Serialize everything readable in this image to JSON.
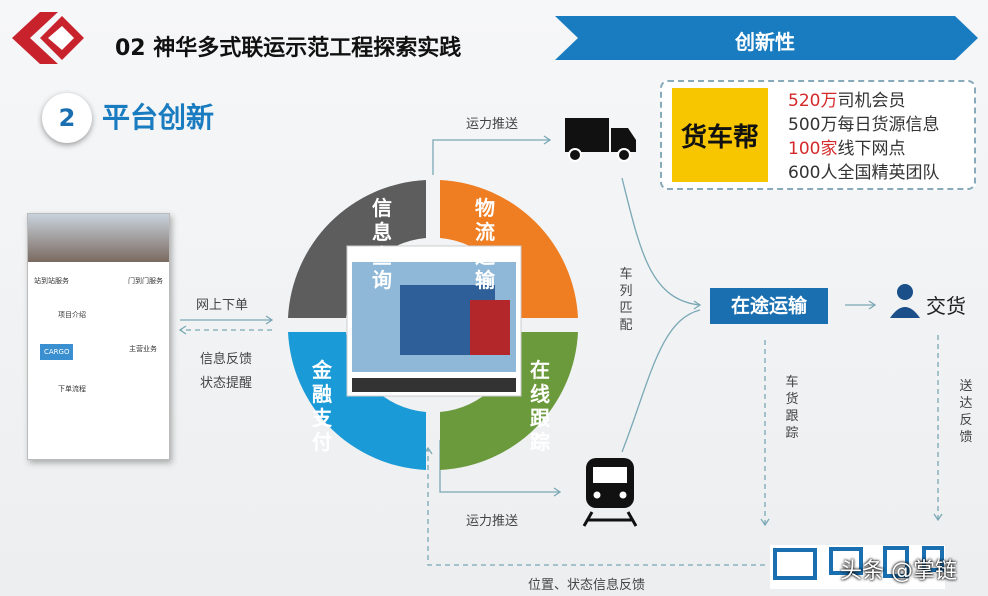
{
  "header": {
    "title": "02 神华多式联运示范工程探索实践",
    "banner": "创新性",
    "section_number": "2",
    "section_title": "平台创新"
  },
  "colors": {
    "brand_red": "#d42a2a",
    "blue": "#1a6fb0",
    "gray": "#5d5d5d",
    "orange": "#ef7d22",
    "cyan": "#1a9bd7",
    "green": "#6b9a3c"
  },
  "partner": {
    "logo": "货车帮",
    "stats": [
      {
        "highlight": "520万",
        "text": "司机会员"
      },
      {
        "highlight": "",
        "text": "500万每日货源信息"
      },
      {
        "highlight": "100家",
        "text": "线下网点"
      },
      {
        "highlight": "",
        "text": "600人全国精英团队"
      }
    ]
  },
  "phone": {
    "items": [
      "站到站服务",
      "门到门服务",
      "项目介绍",
      "主营业务",
      "下单流程"
    ],
    "cargo": "CARGO"
  },
  "ring": {
    "segments": [
      "信息查询",
      "物流运输",
      "金融支付",
      "在线跟踪"
    ]
  },
  "flow": {
    "order": "网上下单",
    "feedback1": "信息反馈",
    "feedback2": "状态提醒",
    "push_top": "运力推送",
    "push_bottom": "运力推送",
    "match": "车列匹配",
    "transit": "在途运输",
    "deliver": "交货",
    "track": "车货跟踪",
    "deliver_feedback": "送达反馈",
    "bottom_feedback": "位置、状态信息反馈"
  },
  "icons": [
    "truck-icon",
    "train-icon",
    "person-icon",
    "computer-icon",
    "laptop-icon"
  ],
  "watermark": "头条 @掌链"
}
